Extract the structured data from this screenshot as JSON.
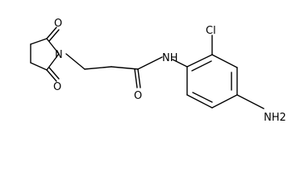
{
  "molecule": {
    "atoms": {
      "o_top": "O",
      "o_bottom": "O",
      "n_ring": "N",
      "o_amide": "O",
      "nh_amide": "NH",
      "cl": "Cl",
      "nh2": "NH2"
    }
  }
}
